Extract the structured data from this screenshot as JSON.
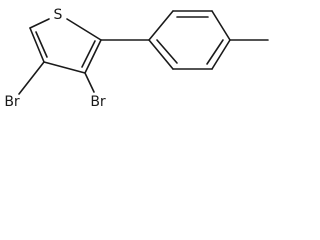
{
  "molecule": {
    "atoms": {
      "sulfur": "S",
      "bromine_left": "Br",
      "bromine_bottom": "Br"
    }
  }
}
